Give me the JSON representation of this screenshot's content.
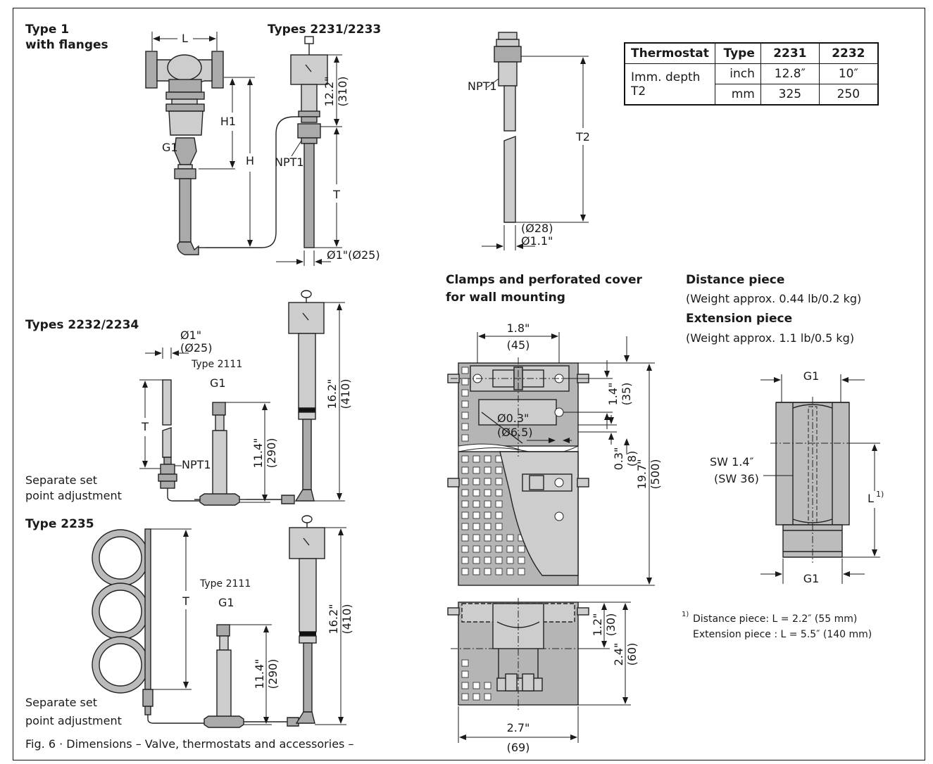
{
  "labels": {
    "type1_line1": "Type 1",
    "type1_line2": "with flanges",
    "types_2231_2233": "Types 2231/2233",
    "types_2232_2234": "Types 2232/2234",
    "type_2235": "Type 2235",
    "thermowells_title": "Thermowells for Types 2231/2232",
    "clamps_line1": "Clamps and perforated cover",
    "clamps_line2": "for wall mounting",
    "distance_piece": "Distance piece",
    "distance_weight": "(Weight approx. 0.44 lb/0.2 kg)",
    "extension_piece": "Extension piece",
    "extension_weight": "(Weight approx. 1.1 lb/0.5 kg)",
    "separate_line1": "Separate set",
    "separate_line2": "point adjustment",
    "type_2111": "Type 2111",
    "footnote_line1": "Distance piece: L = 2.2″ (55 mm)",
    "footnote_line2": "Extension piece : L = 5.5″ (140 mm)",
    "footnote_mark": "1)",
    "caption": "Fig. 6 · Dimensions – Valve, thermostats and accessories –"
  },
  "dims": {
    "L": "L",
    "H1": "H1",
    "H": "H",
    "G1": "G1",
    "NPT1": "NPT1",
    "T": "T",
    "T2": "T2",
    "L_sup": "L",
    "d_12_2_in": "12.2\"",
    "d_12_2_mm": "(310)",
    "d_dia1_25": "Ø1\"(Ø25)",
    "d_dia28": "(Ø28)",
    "d_dia1_1": "Ø1.1\"",
    "d_dia1_in": "Ø1\"",
    "d_dia25": "(Ø25)",
    "d_16_2_in": "16.2\"",
    "d_16_2_mm": "(410)",
    "d_11_4_in": "11.4\"",
    "d_11_4_mm": "(290)",
    "d_1_8_in": "1.8\"",
    "d_1_8_mm": "(45)",
    "d_1_4_in": "1.4\"",
    "d_1_4_mm": "(35)",
    "d_dia0_3": "Ø0.3\"",
    "d_dia6_5": "(Ø6.5)",
    "d_0_3_in": "0.3\"",
    "d_0_3_mm": "(8)",
    "d_19_7_in": "19.7\"",
    "d_19_7_mm": "(500)",
    "d_1_2_in": "1.2\"",
    "d_1_2_mm": "(30)",
    "d_2_4_in": "2.4\"",
    "d_2_4_mm": "(60)",
    "d_2_7_in": "2.7\"",
    "d_2_7_mm": "(69)",
    "sw_in": "SW 1.4″",
    "sw_mm": "(SW 36)"
  },
  "thermowell_table": {
    "h_thermostat": "Thermostat",
    "h_type": "Type",
    "h_2231": "2231",
    "h_2232": "2232",
    "row_label": "Imm. depth T2",
    "u_inch": "inch",
    "u_mm": "mm",
    "v_2231_inch": "12.8″",
    "v_2232_inch": "10″",
    "v_2231_mm": "325",
    "v_2232_mm": "250"
  }
}
